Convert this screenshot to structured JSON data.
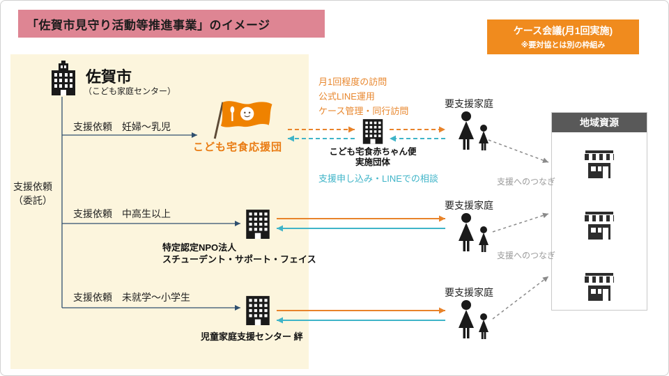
{
  "colors": {
    "title_banner_bg": "#de8593",
    "case_box_bg": "#f08b1e",
    "panel_bg": "#fcf5dd",
    "orange_accent": "#e8832a",
    "teal_accent": "#3fb4c8",
    "navy_line": "#2f4f6f",
    "gray_line": "#8a8a8a",
    "resource_header_bg": "#595959",
    "logo_orange": "#ef8200"
  },
  "header": {
    "title": "「佐賀市見守り活動等推進事業」のイメージ",
    "case_meeting_line1": "ケース会議(月1回実施)",
    "case_meeting_line2": "※要対協とは別の枠組み"
  },
  "saga_city": {
    "name": "佐賀市",
    "subtitle": "（こども家庭センター）"
  },
  "delegation": {
    "line1": "支援依頼",
    "line2": "（委託）"
  },
  "requests": [
    {
      "label": "支援依頼　妊婦～乳児"
    },
    {
      "label": "支援依頼　中高生以上"
    },
    {
      "label": "支援依頼　未就学～小学生"
    }
  ],
  "orgs": {
    "takushoku_name": "こども宅食応援団",
    "akachan_line1": "こども宅食赤ちゃん便",
    "akachan_line2": "実施団体",
    "ssf_line1": "特定認定NPO法人",
    "ssf_line2": "スチューデント・サポート・フェイス",
    "kizuna_name": "児童家庭支援センター 絆"
  },
  "notes": {
    "orange": [
      "月1回程度の訪問",
      "公式LINE運用",
      "ケース管理・同行訪問"
    ],
    "teal": "支援申し込み・LINEでの相談",
    "connect": "支援へのつなぎ"
  },
  "family_label": "要支援家庭",
  "resources_title": "地域資源",
  "icons": {
    "saga_city": "building-icon",
    "takushoku": "flag-logo-icon",
    "akachan": "building-icon",
    "ssf": "building-icon",
    "kizuna": "building-icon",
    "family": "mother-and-child-icon",
    "resource": "storefront-icon"
  }
}
